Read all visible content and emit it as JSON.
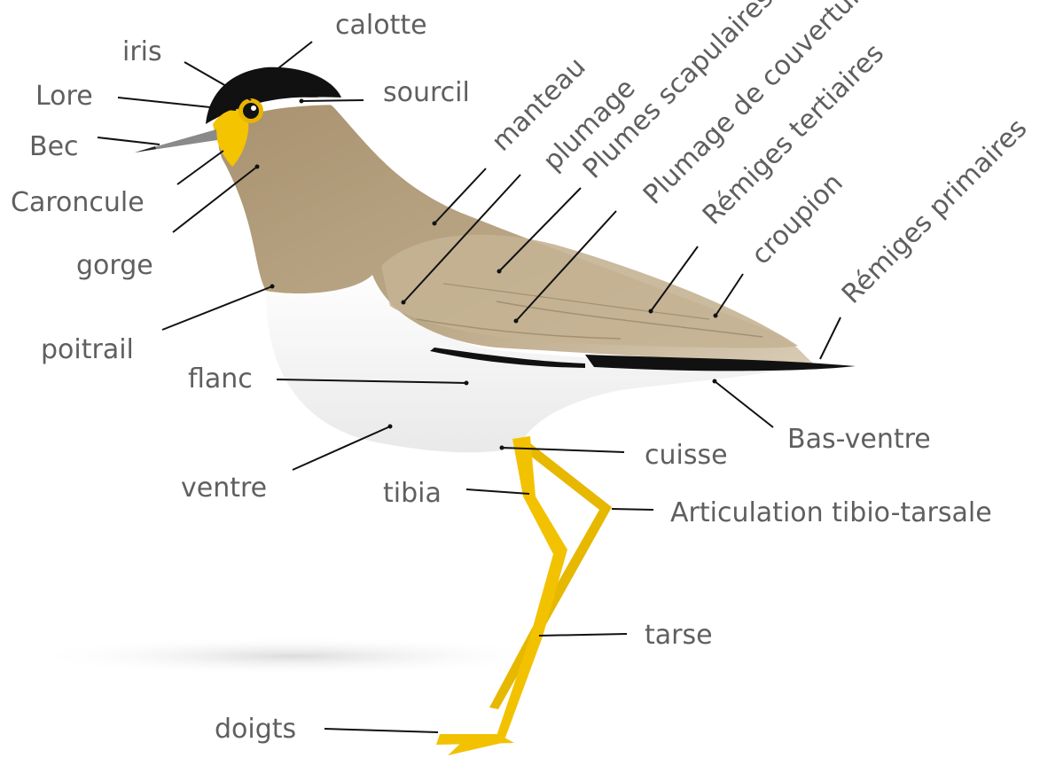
{
  "diagram": {
    "labels": {
      "calotte": "calotte",
      "iris": "iris",
      "lore": "Lore",
      "sourcil": "sourcil",
      "bec": "Bec",
      "caroncule": "Caroncule",
      "gorge": "gorge",
      "poitrail": "poitrail",
      "flanc": "flanc",
      "ventre": "ventre",
      "tibia": "tibia",
      "cuisse": "cuisse",
      "bas_ventre": "Bas-ventre",
      "articulation": "Articulation tibio-tarsale",
      "tarse": "tarse",
      "doigts": "doigts",
      "manteau": "manteau",
      "plumage": "plumage",
      "plumes_scapulaires": "Plumes scapulaires",
      "plumage_couverture": "Plumage de couverture",
      "remiges_tertiaires": "Rémiges tertiaires",
      "croupion": "croupion",
      "remiges_primaires": "Rémiges primaires"
    },
    "colors": {
      "label_text": "#5f5f5f",
      "leader_line": "#111111",
      "body_brown": "#b9a486",
      "underparts": "#ffffff",
      "cap": "#111111",
      "legs": "#f2c200",
      "wattle": "#f5c400",
      "primaries": "#111111"
    }
  }
}
